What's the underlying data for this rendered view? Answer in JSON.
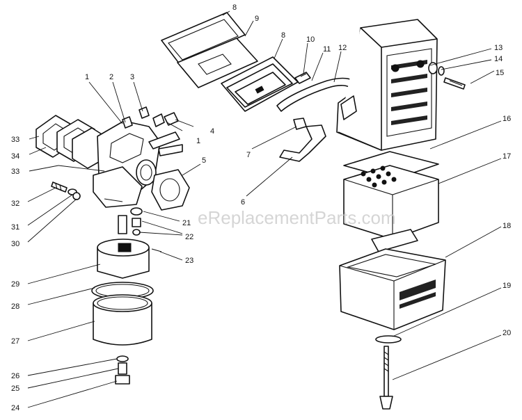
{
  "watermark": "eReplacementParts.com",
  "callouts": {
    "c1a": "1",
    "c1b": "1",
    "c2": "2",
    "c3": "3",
    "c4": "4",
    "c5": "5",
    "c6": "6",
    "c7": "7",
    "c8a": "8",
    "c8b": "8",
    "c9": "9",
    "c10": "10",
    "c11": "11",
    "c12": "12",
    "c13": "13",
    "c14": "14",
    "c15": "15",
    "c16": "16",
    "c17": "17",
    "c18": "18",
    "c19": "19",
    "c20": "20",
    "c21": "21",
    "c22": "22",
    "c23": "23",
    "c24": "24",
    "c25": "25",
    "c26": "26",
    "c27": "27",
    "c28": "28",
    "c29": "29",
    "c30": "30",
    "c31": "31",
    "c32": "32",
    "c33a": "33",
    "c33b": "33",
    "c34": "34"
  }
}
